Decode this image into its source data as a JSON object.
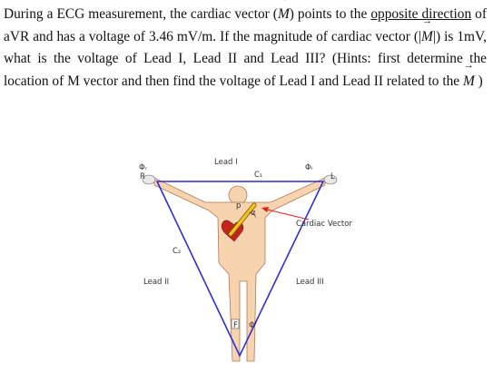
{
  "question": {
    "p1": "During a ECG measurement, the cardiac vector (",
    "vec_symbol_1": "M",
    "p2": ") points to the ",
    "underlined": "opposite direction",
    "p3": " of aVR and has a voltage of 3.46 mV/m. If the magnitude of cardiac vector (|",
    "vec_symbol_2": "M",
    "p4": "|) is 1mV, what is the voltage of Lead I, Lead II and Lead III? (Hints: first determine the location of M vector and then find the voltage of Lead I and Lead II related to the ",
    "vec_symbol_3": "M",
    "p5": " )"
  },
  "figure": {
    "lead_i_label": "Lead I",
    "lead_ii_label": "Lead II",
    "lead_iii_label": "Lead III",
    "cardiac_vector_label": "Cardiac Vector",
    "vector_symbol": "p",
    "angle_symbol": "α",
    "c1_label": "C₁",
    "c2_label": "C₂",
    "phi_r": "Φᵣ",
    "phi_l": "Φₗ",
    "phi_f": "Φᶠ",
    "r_label": "R",
    "l_label": "L",
    "f_label": "F",
    "colors": {
      "triangle": "#2f2fd6",
      "body_fill": "#f7d3b0",
      "body_stroke": "#b07a55",
      "vector_fill": "#f0c419",
      "arrow_red": "#e02020",
      "heart": "#c0261e"
    }
  }
}
